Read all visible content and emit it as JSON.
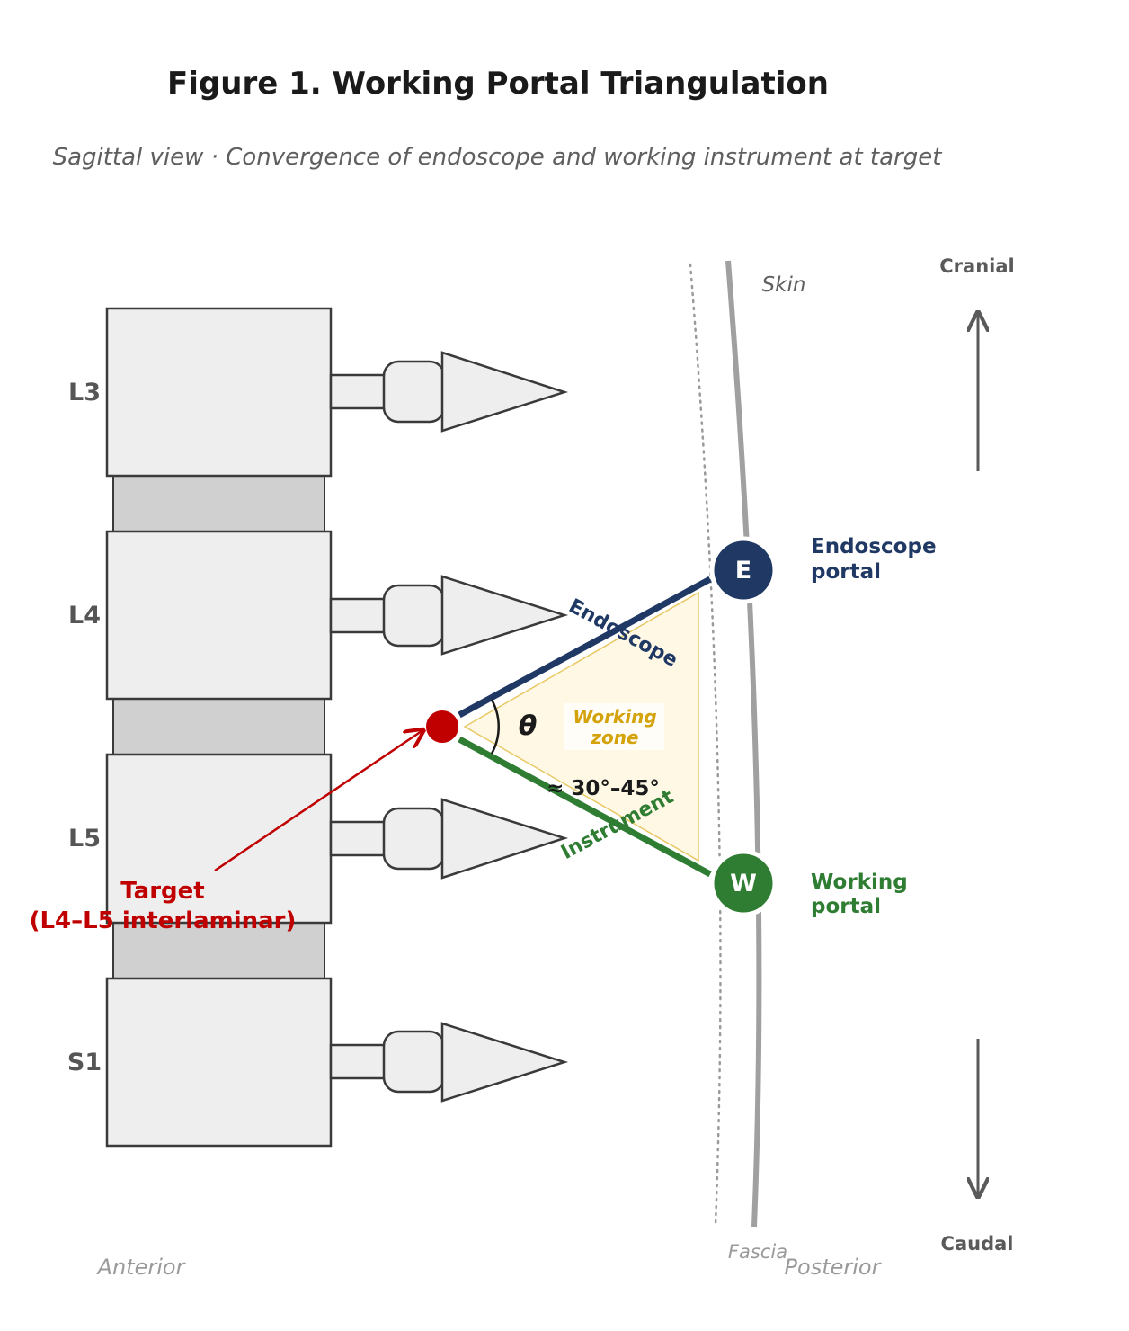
{
  "title": "Figure 1. Working Portal Triangulation",
  "subtitle": "Sagittal view · Convergence of endoscope and working instrument at target",
  "vertebrae": [
    "L3",
    "L4",
    "L5",
    "S1"
  ],
  "orientation": {
    "cranial": "Cranial",
    "caudal": "Caudal",
    "anterior": "Anterior",
    "posterior": "Posterior"
  },
  "layers": {
    "skin": "Skin",
    "fascia": "Fascia"
  },
  "portals": {
    "endoscope": {
      "marker": "E",
      "label_line1": "Endoscope",
      "label_line2": "portal",
      "color": "#1f3864"
    },
    "working": {
      "marker": "W",
      "label_line1": "Working",
      "label_line2": "portal",
      "color": "#2e7d32"
    }
  },
  "paths": {
    "endoscope": "Endoscope",
    "instrument": "Instrument"
  },
  "working_zone": {
    "line1": "Working",
    "line2": "zone",
    "fill": "#fff8e5",
    "stroke": "#e8c863"
  },
  "angle": {
    "symbol": "θ",
    "range": "≈ 30°–45°"
  },
  "target": {
    "line1": "Target",
    "line2": "(L4–L5 interlaminar)",
    "color": "#c00000"
  }
}
